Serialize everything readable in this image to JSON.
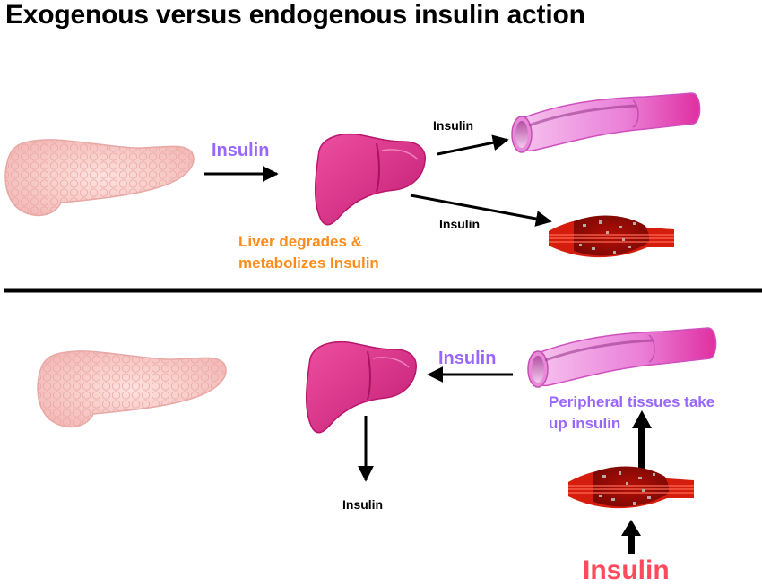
{
  "title": "Exogenous versus endogenous insulin action",
  "colors": {
    "title": "#000000",
    "purple_label": "#9966ff",
    "orange_label": "#ff8c1a",
    "red_label": "#ff4a5e",
    "liver": "#e0338a",
    "pancreas": "#f7c6c4",
    "vessel": "#e86fd3",
    "muscle": "#cc1b0c"
  },
  "top_panel": {
    "pancreas_to_liver": "Insulin",
    "liver_to_vessel": "Insulin",
    "liver_to_muscle": "Insulin",
    "liver_note_line1": "Liver degrades &",
    "liver_note_line2": "metabolizes Insulin"
  },
  "bottom_panel": {
    "vessel_to_liver": "Insulin",
    "liver_output": "Insulin",
    "peripheral_line1": "Peripheral tissues take",
    "peripheral_line2": "up insulin",
    "injected": "Insulin"
  }
}
